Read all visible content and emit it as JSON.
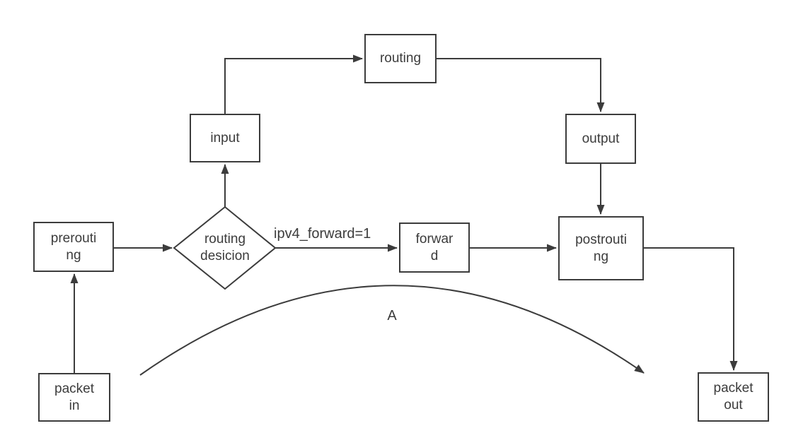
{
  "diagram": {
    "title_hint": "packet flow through netfilter chains",
    "nodes": {
      "packet_in": {
        "lines": [
          "packet",
          "in"
        ]
      },
      "prerouting": {
        "lines": [
          "prerouti",
          "ng"
        ]
      },
      "routing_decision": {
        "lines": [
          "routing",
          "desicion"
        ]
      },
      "input": {
        "lines": [
          "input"
        ]
      },
      "routing": {
        "lines": [
          "routing"
        ]
      },
      "output": {
        "lines": [
          "output"
        ]
      },
      "forward": {
        "lines": [
          "forwar",
          "d"
        ]
      },
      "postrouting": {
        "lines": [
          "postrouti",
          "ng"
        ]
      },
      "packet_out": {
        "lines": [
          "packet",
          "out"
        ]
      }
    },
    "edge_labels": {
      "forward_condition": "ipv4_forward=1",
      "bypass_curve": "A"
    },
    "colors": {
      "stroke": "#3c3c3c",
      "text": "#3c3c3c",
      "background": "#ffffff"
    }
  }
}
